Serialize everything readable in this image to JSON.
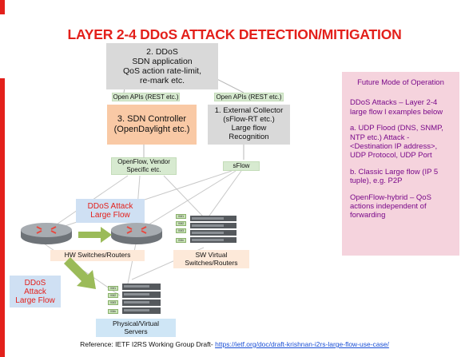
{
  "title": "LAYER 2-4 DDoS ATTACK DETECTION/MITIGATION",
  "app_box": {
    "lines": [
      "2. DDoS",
      "SDN application",
      "QoS action rate-limit,",
      "re-mark etc."
    ]
  },
  "api_left": "Open APIs (REST etc.)",
  "api_right": "Open APIs (REST etc.)",
  "controller": {
    "line1": "3. SDN Controller",
    "line2": "(OpenDaylight etc.)"
  },
  "collector": {
    "lines": [
      "1. External Collector",
      "(sFlow-RT etc.)",
      "Large flow",
      "Recognition"
    ]
  },
  "openflow_label": "OpenFlow, Vendor Specific etc.",
  "sflow_label": "sFlow",
  "attack_top": {
    "line1": "DDoS Attack",
    "line2": "Large Flow"
  },
  "attack_left": {
    "line1": "DDoS",
    "line2": "Attack",
    "line3": "Large Flow"
  },
  "hw_label": "HW Switches/Routers",
  "sw_label": {
    "line1": "SW Virtual",
    "line2": "Switches/Routers"
  },
  "phys_label": {
    "line1": "Physical/Virtual",
    "line2": "Servers"
  },
  "vm_labels": [
    "VM1",
    "VM2",
    "VM3",
    "VMn"
  ],
  "side_panel": {
    "heading": "Future Mode of Operation",
    "p1": "DDoS Attacks  – Layer 2-4 large flow l examples below",
    "p2": "a. UDP Flood (DNS, SNMP, NTP etc.) Attack - <Destination IP address>, UDP Protocol, UDP Port",
    "p3": "b. Classic Large flow (IP 5 tuple), e.g. P2P",
    "p4": "OpenFlow-hybrid – QoS actions independent of forwarding"
  },
  "reference": {
    "prefix": "Reference: IETF I2RS Working Group Draft- ",
    "link": "https://ietf.org/doc/draft-krishnan-i2rs-large-flow-use-case/"
  },
  "colors": {
    "accent_red": "#e3201b",
    "panel_text": "#7a0a8a",
    "attack_text": "#e3201b",
    "arrow_green": "#9bbb59"
  }
}
